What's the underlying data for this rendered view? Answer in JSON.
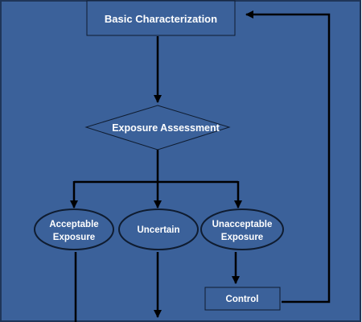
{
  "diagram": {
    "colors": {
      "background": "#3b619a",
      "border": "#1f3558",
      "node_stroke": "#0f1c30",
      "arrow": "#000000",
      "text": "#ffffff"
    },
    "nodes": {
      "basic_characterization": {
        "label": "Basic Characterization",
        "shape": "rectangle"
      },
      "exposure_assessment": {
        "label": "Exposure Assessment",
        "shape": "diamond"
      },
      "acceptable_exposure": {
        "line1": "Acceptable",
        "line2": "Exposure",
        "shape": "ellipse"
      },
      "uncertain": {
        "label": "Uncertain",
        "shape": "ellipse"
      },
      "unacceptable_exposure": {
        "line1": "Unacceptable",
        "line2": "Exposure",
        "shape": "ellipse"
      },
      "control": {
        "label": "Control",
        "shape": "rectangle"
      }
    },
    "edges": [
      {
        "from": "basic_characterization",
        "to": "exposure_assessment"
      },
      {
        "from": "exposure_assessment",
        "to": "acceptable_exposure"
      },
      {
        "from": "exposure_assessment",
        "to": "uncertain"
      },
      {
        "from": "exposure_assessment",
        "to": "unacceptable_exposure"
      },
      {
        "from": "unacceptable_exposure",
        "to": "control"
      },
      {
        "from": "control",
        "to": "basic_characterization",
        "kind": "feedback-loop"
      }
    ]
  }
}
